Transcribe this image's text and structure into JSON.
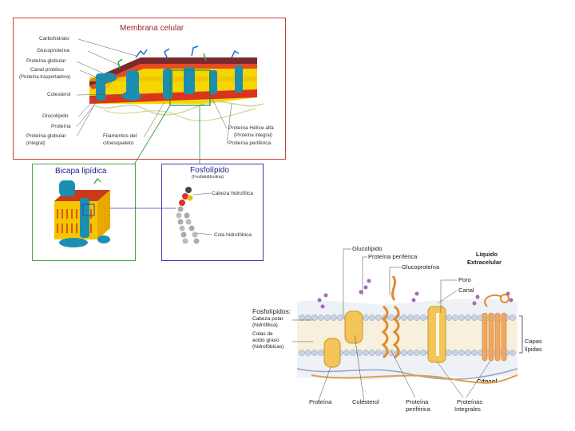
{
  "top_diagram": {
    "title": "Membrana celular",
    "left_labels": [
      "Carbohidrato",
      "Glucoproteína",
      "Proteína globular",
      "Canal protéico",
      "(Proteína trasportadora)",
      "Colesterol",
      "Glucolípido",
      "Proteína",
      "Proteína globular",
      "(integral)"
    ],
    "bottom_labels": [
      "Filamentos del",
      "citoesqueleto"
    ],
    "right_labels": [
      "Proteína Hélice alfa",
      "(Proteína integral)",
      "Proteína periférica"
    ]
  },
  "bilayer_panel": {
    "title": "Bicapa lipídica"
  },
  "phospholipid_panel": {
    "title": "Fosfolípido",
    "subtitle": "(Fosfatidilcolina)",
    "head_label": "Cabeza hidrofílica",
    "tail_label": "Cola hidrofóbica"
  },
  "bottom_diagram": {
    "top_labels": [
      "Glucolípido",
      "Proteína periférica",
      "Glucoproteína"
    ],
    "outside_label_1": "Líquido",
    "outside_label_2": "Extracelular",
    "pore_label": "Poro",
    "channel_label": "Canal",
    "phospholipids_title": "Fosfolípidos:",
    "polar_head_1": "Cabeza polar",
    "polar_head_2": "(hidrófilica)",
    "tails_1": "Colas de",
    "tails_2": "acido graso",
    "tails_3": "(hidrofóbicas)",
    "layers_1": "Capas",
    "layers_2": "lípidas",
    "cytosol_label": "Citosol",
    "bottom_labels": [
      "Proteína",
      "Colesterol",
      "Proteína",
      "periférica",
      "Proteínas",
      "Integrales"
    ]
  },
  "colors": {
    "membrane_panel_border": "#d23b3b",
    "bilayer_panel_border": "#4aa64a",
    "phospholipid_panel_border": "#3b3bb8",
    "membrane_yellow": "#f5d600",
    "membrane_red": "#d9341f",
    "protein_teal": "#1c8fb0"
  }
}
